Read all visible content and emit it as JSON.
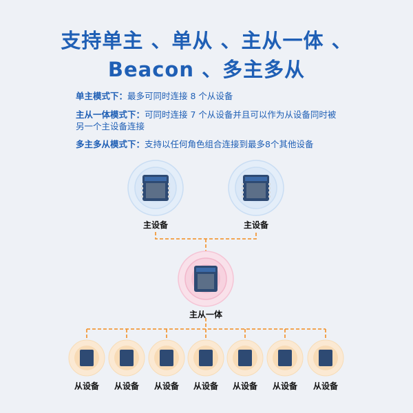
{
  "title_line1": "支持单主 、单从 、主从一体 、",
  "title_line2": "Beacon 、多主多从",
  "descriptions": [
    {
      "label": "单主模式下：",
      "text": "最多可同时连接 8 个从设备"
    },
    {
      "label": "主从一体模式下：",
      "text": "可同时连接  7  个从设备并且可以作为从设备同时被另一个主设备连接"
    },
    {
      "label": "多主多从模式下：",
      "text": "支持以任何角色组合连接到最多8个其他设备"
    }
  ],
  "masters": [
    {
      "label": "主设备"
    },
    {
      "label": "主设备"
    }
  ],
  "hub": {
    "label": "主从一体"
  },
  "slaves": [
    {
      "label": "从设备"
    },
    {
      "label": "从设备"
    },
    {
      "label": "从设备"
    },
    {
      "label": "从设备"
    },
    {
      "label": "从设备"
    },
    {
      "label": "从设备"
    },
    {
      "label": "从设备"
    }
  ],
  "colors": {
    "title": "#1f5fb5",
    "master_ring": "#c9ddf3",
    "hub_ring": "#f5c4d5",
    "slave_ring": "#f7dcb6",
    "connector": "#f39a3b"
  }
}
